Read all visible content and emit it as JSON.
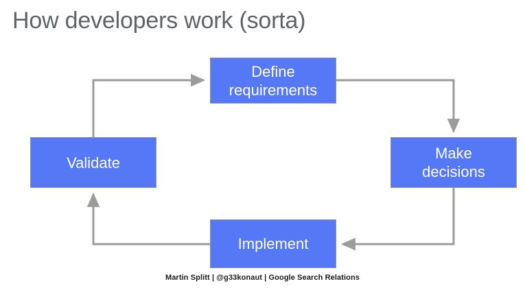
{
  "slide": {
    "title": "How developers work (sorta)",
    "title_color": "#5f6368",
    "background_color": "#ffffff"
  },
  "diagram": {
    "type": "cycle-flowchart",
    "node_fill": "#5578f7",
    "node_border": "#8e9199",
    "node_text_color": "#ffffff",
    "connector_color": "#9b9b9b",
    "nodes": [
      {
        "id": "define",
        "label": "Define\nrequirements",
        "line1": "Define",
        "line2": "requirements"
      },
      {
        "id": "decisions",
        "label": "Make\ndecisions",
        "line1": "Make",
        "line2": "decisions"
      },
      {
        "id": "implement",
        "label": "Implement",
        "line1": "Implement",
        "line2": ""
      },
      {
        "id": "validate",
        "label": "Validate",
        "line1": "Validate",
        "line2": ""
      }
    ],
    "edges": [
      {
        "from": "define",
        "to": "decisions",
        "direction": "down"
      },
      {
        "from": "decisions",
        "to": "implement",
        "direction": "left"
      },
      {
        "from": "implement",
        "to": "validate",
        "direction": "up"
      },
      {
        "from": "validate",
        "to": "define",
        "direction": "right"
      }
    ]
  },
  "footer": {
    "credit": "Martin Splitt | @g33konaut | Google Search Relations"
  }
}
